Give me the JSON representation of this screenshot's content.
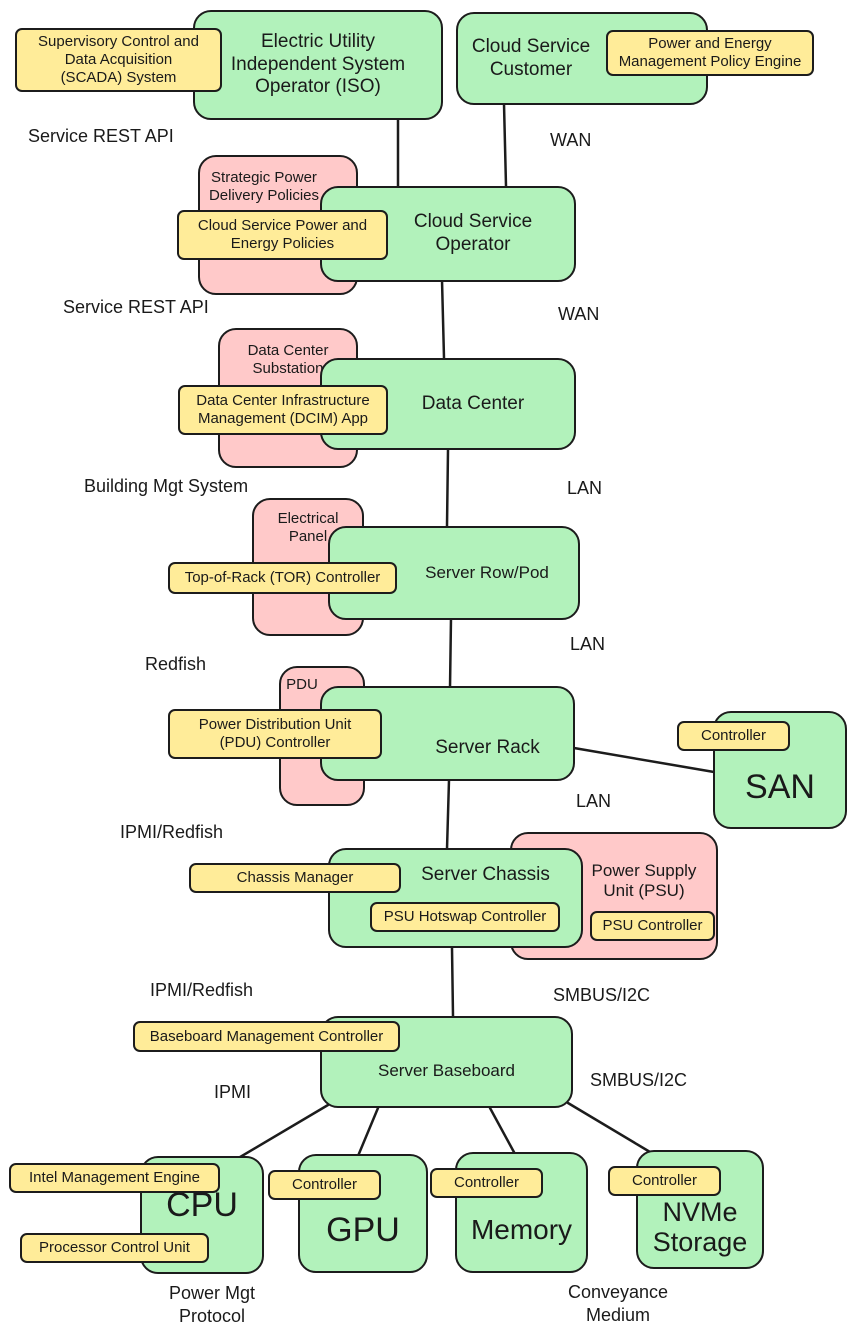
{
  "nodes": {
    "iso": "Electric Utility\nIndependent System\nOperator (ISO)",
    "scada": "Supervisory Control and\nData Acquisition\n(SCADA) System",
    "customer": "Cloud Service\nCustomer",
    "policy_engine": "Power and Energy\nManagement Policy Engine",
    "strategic": "Strategic Power\nDelivery Policies",
    "cloud_policies": "Cloud Service Power and\nEnergy Policies",
    "operator": "Cloud Service\nOperator",
    "substation": "Data Center\nSubstation",
    "dcim": "Data Center Infrastructure\nManagement (DCIM) App",
    "datacenter": "Data Center",
    "panel": "Electrical\nPanel",
    "tor": "Top-of-Rack (TOR) Controller",
    "row": "Server Row/Pod",
    "pdu": "PDU",
    "pdu_ctrl": "Power Distribution Unit\n(PDU) Controller",
    "rack": "Server Rack",
    "san_ctrl": "Controller",
    "san": "SAN",
    "chassis_mgr": "Chassis Manager",
    "chassis": "Server Chassis",
    "psu_hotswap": "PSU Hotswap Controller",
    "psu": "Power Supply\nUnit (PSU)",
    "psu_ctrl": "PSU Controller",
    "bmc": "Baseboard Management Controller",
    "baseboard": "Server Baseboard",
    "ime": "Intel Management Engine",
    "pcu": "Processor Control Unit",
    "cpu": "CPU",
    "gpu_ctrl": "Controller",
    "gpu": "GPU",
    "mem_ctrl": "Controller",
    "memory": "Memory",
    "nvme_ctrl": "Controller",
    "nvme": "NVMe\nStorage"
  },
  "labels": {
    "service_rest_1": "Service REST API",
    "wan_1": "WAN",
    "service_rest_2": "Service REST API",
    "wan_2": "WAN",
    "bms": "Building Mgt System",
    "lan_1": "LAN",
    "redfish": "Redfish",
    "lan_2": "LAN",
    "lan_3": "LAN",
    "ipmi_redfish_1": "IPMI/Redfish",
    "ipmi_redfish_2": "IPMI/Redfish",
    "smbus_1": "SMBUS/I2C",
    "smbus_2": "SMBUS/I2C",
    "ipmi": "IPMI",
    "legend_protocol": "Power Mgt\nProtocol",
    "legend_medium": "Conveyance\nMedium"
  },
  "colors": {
    "component": "#b2f2bb",
    "controller": "#ffec99",
    "power": "#ffc9c9",
    "stroke": "#1c1c1c"
  }
}
